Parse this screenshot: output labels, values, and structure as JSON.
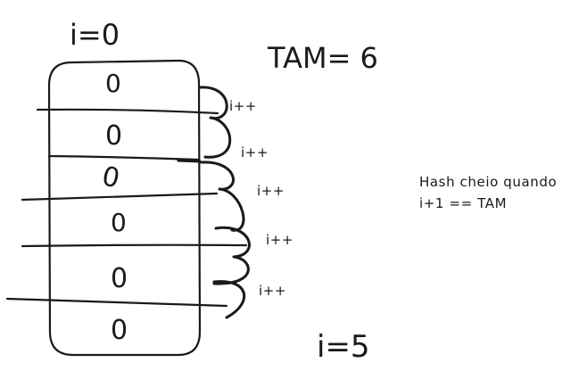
{
  "top_label": "i=0",
  "bottom_label": "i=5",
  "size_label": "TAM= 6",
  "slot_values": [
    "0",
    "0",
    "0",
    "0",
    "0",
    "0"
  ],
  "brace_labels": [
    "i++",
    "i++",
    "i++",
    "i++",
    "i++"
  ],
  "note": {
    "line1": "Hash cheio quando",
    "line2": "i+1 == TAM"
  }
}
